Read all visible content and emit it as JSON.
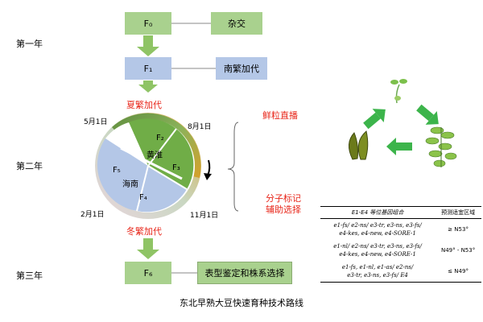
{
  "years": {
    "first": "第一年",
    "second": "第二年",
    "third": "第三年"
  },
  "boxes": {
    "f0": "F₀",
    "cross": "杂交",
    "f1": "F₁",
    "south_breed": "南繁加代",
    "f6": "F₆",
    "selection": "表型鉴定和株系选择"
  },
  "labels": {
    "summer": "夏繁加代",
    "winter": "冬繁加代",
    "direct_seed": "鲜粒直播",
    "marker_1": "分子标记",
    "marker_2": "辅助选择"
  },
  "wheel": {
    "date_may": "5月1日",
    "date_aug": "8月1日",
    "date_feb": "2月1日",
    "date_nov": "11月1日",
    "f2": "F₂",
    "f3": "F₃",
    "f4": "F₄",
    "f5": "F₅",
    "huanghuai": "黄淮",
    "hainan": "海南"
  },
  "table": {
    "headers": [
      "E1-E4 等位基因组合",
      "预测适宜区域"
    ],
    "rows": [
      {
        "genes": [
          "e1-fs/ e2-ns/ e3-tr, e3-ns, e3-fs/",
          "e4-kes, e4-new, e4-SORE-1"
        ],
        "region": "≥ N53°"
      },
      {
        "genes": [
          "e1-nl/ e2-ns/ e3-tr, e3-ns, e3-fs/",
          "e4-kes, e4-new, e4-SORE-1"
        ],
        "region": "N49° - N53°"
      },
      {
        "genes": [
          "e1-fs, e1-nl, e1-as/ e2-ns/",
          "e3-tr, e3-ns, e3-fs/ E4"
        ],
        "region": "≤ N49°"
      }
    ]
  },
  "caption": "东北早熟大豆快速育种技术路线",
  "colors": {
    "green_box": "#a9d18e",
    "blue_box": "#b4c7e7",
    "arrow": "#8fc465",
    "red_text": "#e8271b",
    "cycle_arrow": "#3cb44b"
  }
}
